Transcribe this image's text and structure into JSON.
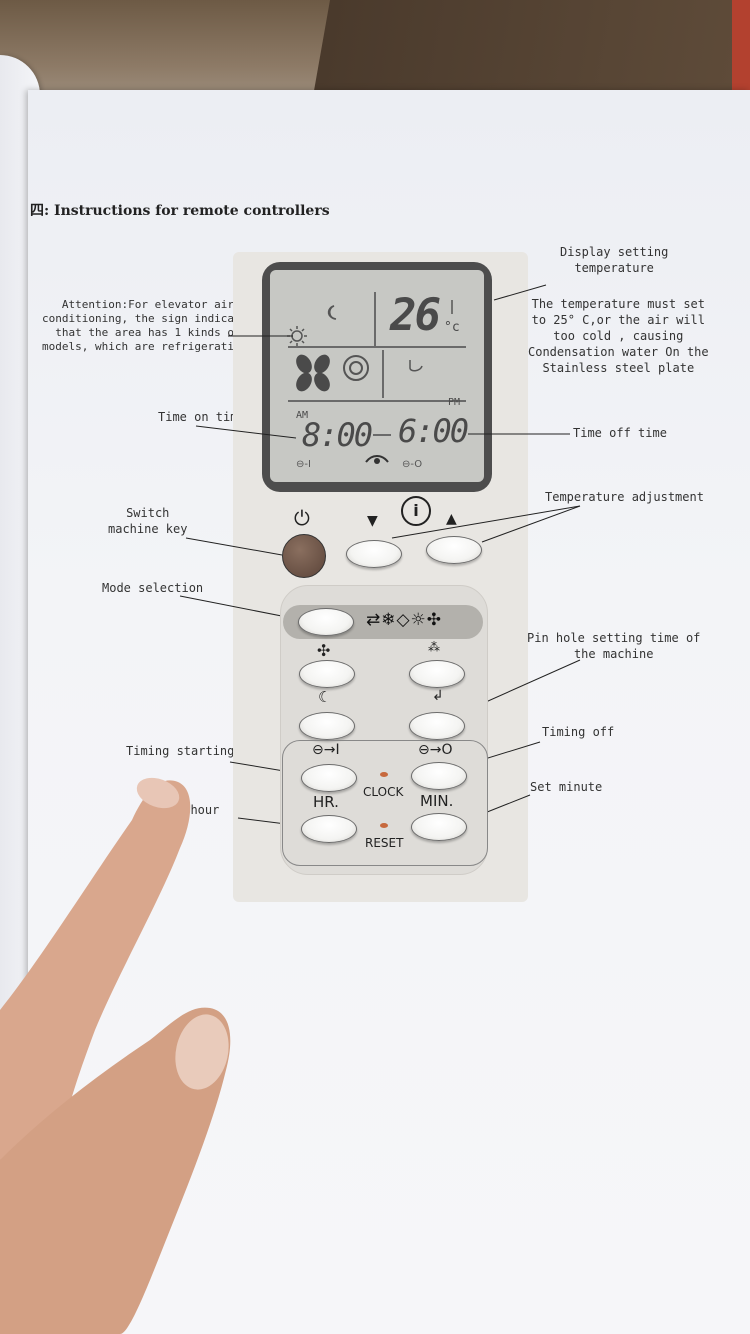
{
  "page": {
    "title": "四: Instructions for remote controllers"
  },
  "annotations": {
    "display_setting": "Display setting\ntemperature",
    "temperature_note": "The temperature must set\nto 25° C,or the air will\ntoo cold , causing\nCondensation water On the\nStainless steel plate",
    "attention": "Attention:For elevator air\nconditioning, the sign indicates\nthat the area has 1 kinds of\nmodels, which are refrigeration;",
    "time_on": "Time on time",
    "time_off": "Time off time",
    "switch_key": "Switch\nmachine key",
    "temp_adjust": "Temperature adjustment",
    "mode_selection": "Mode selection",
    "pin_hole": "Pin hole setting time of\nthe machine",
    "timing_starting": "Timing starting",
    "timing_off": "Timing off",
    "set_minute": "Set minute",
    "set_hour": "t hour"
  },
  "lcd": {
    "temperature": "26",
    "unit": "°c",
    "am": "AM",
    "pm": "PM",
    "time_on": "8:00",
    "time_off": "6:00"
  },
  "buttons": {
    "down_arrow": "▼",
    "up_arrow": "▲",
    "timer_on_symbol": "⊖→I",
    "timer_off_symbol": "⊖→O",
    "clock": "CLOCK",
    "reset": "RESET",
    "hr": "HR.",
    "min": "MIN."
  },
  "icons": [
    "power-icon",
    "info-icon",
    "fan-icon",
    "swing-icon",
    "sleep-icon",
    "mode-icons"
  ],
  "colors": {
    "page": "#f3f4f7",
    "lcd": "#c7c8c4",
    "power_button": "#6b5246",
    "led": "#c7693d"
  }
}
